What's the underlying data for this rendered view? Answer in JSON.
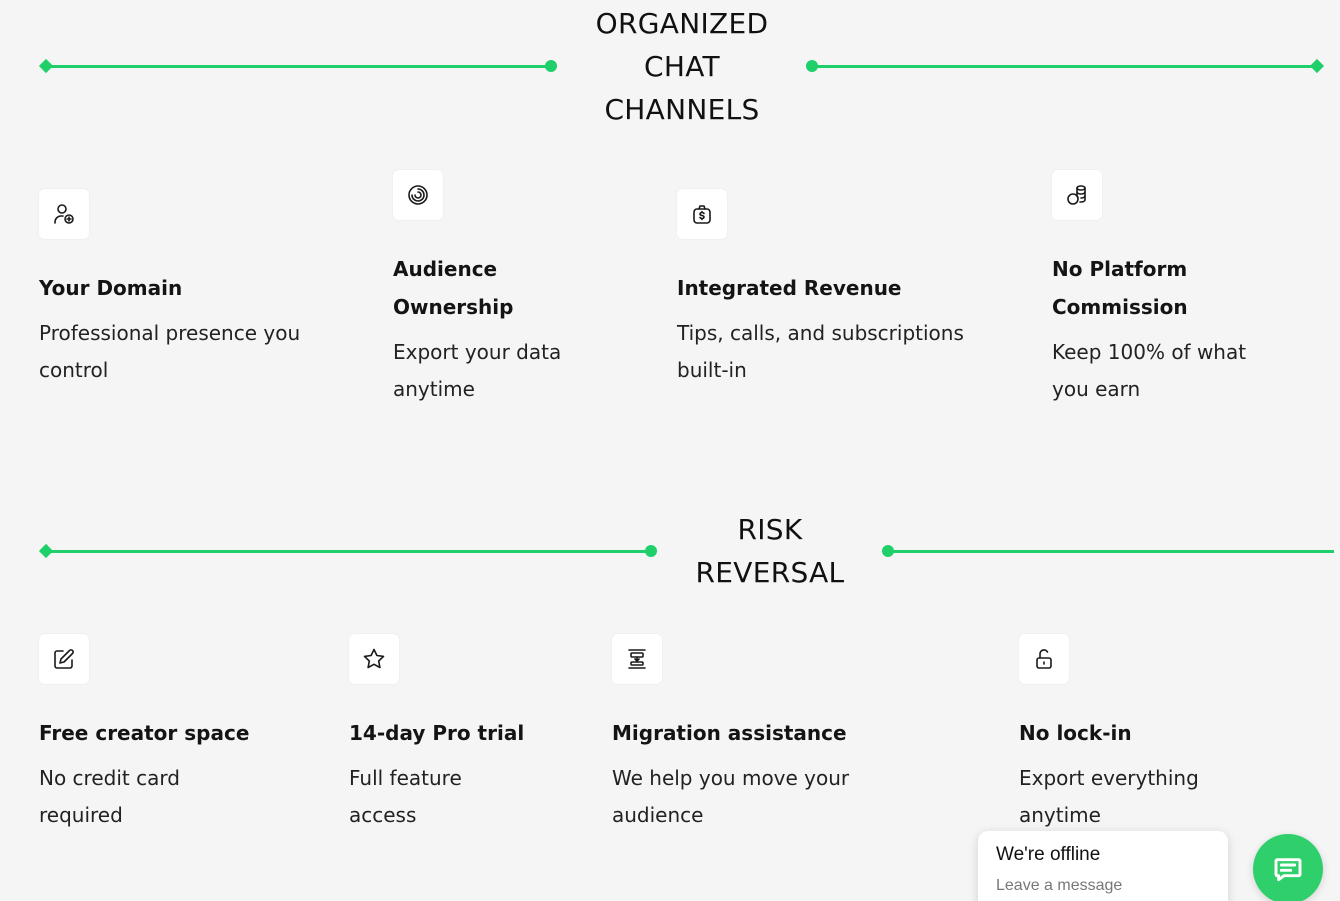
{
  "section1": {
    "title_lines": [
      "ORGANIZED",
      "CHAT",
      "CHANNELS"
    ],
    "cards": [
      {
        "icon": "user-plus-icon",
        "title_lines": [
          "Your Domain"
        ],
        "desc_lines": [
          "Professional presence you",
          "control"
        ]
      },
      {
        "icon": "loader-ring-icon",
        "title_lines": [
          "Audience",
          "Ownership"
        ],
        "desc_lines": [
          "Export your data",
          "anytime"
        ]
      },
      {
        "icon": "money-bag-icon",
        "title_lines": [
          "Integrated Revenue"
        ],
        "desc_lines": [
          "Tips, calls, and subscriptions",
          "built-in"
        ]
      },
      {
        "icon": "coins-icon",
        "title_lines": [
          "No Platform",
          "Commission"
        ],
        "desc_lines": [
          "Keep 100% of what",
          "you earn"
        ]
      }
    ]
  },
  "section2": {
    "title_lines": [
      "RISK",
      "REVERSAL"
    ],
    "cards": [
      {
        "icon": "edit-icon",
        "title_lines": [
          "Free creator space"
        ],
        "desc_lines": [
          "No credit card",
          "required"
        ]
      },
      {
        "icon": "star-icon",
        "title_lines": [
          "14-day Pro trial"
        ],
        "desc_lines": [
          "Full feature",
          "access"
        ]
      },
      {
        "icon": "migrate-icon",
        "title_lines": [
          "Migration assistance"
        ],
        "desc_lines": [
          "We help you move your",
          "audience"
        ]
      },
      {
        "icon": "unlock-icon",
        "title_lines": [
          "No lock-in"
        ],
        "desc_lines": [
          "Export everything",
          "anytime"
        ]
      }
    ]
  },
  "chat_widget": {
    "status": "We're offline",
    "subtext": "Leave a message",
    "icon": "chat-icon"
  },
  "colors": {
    "accent": "#1fcf6a",
    "background": "#f5f5f5",
    "launcher": "#2fcf6b"
  }
}
